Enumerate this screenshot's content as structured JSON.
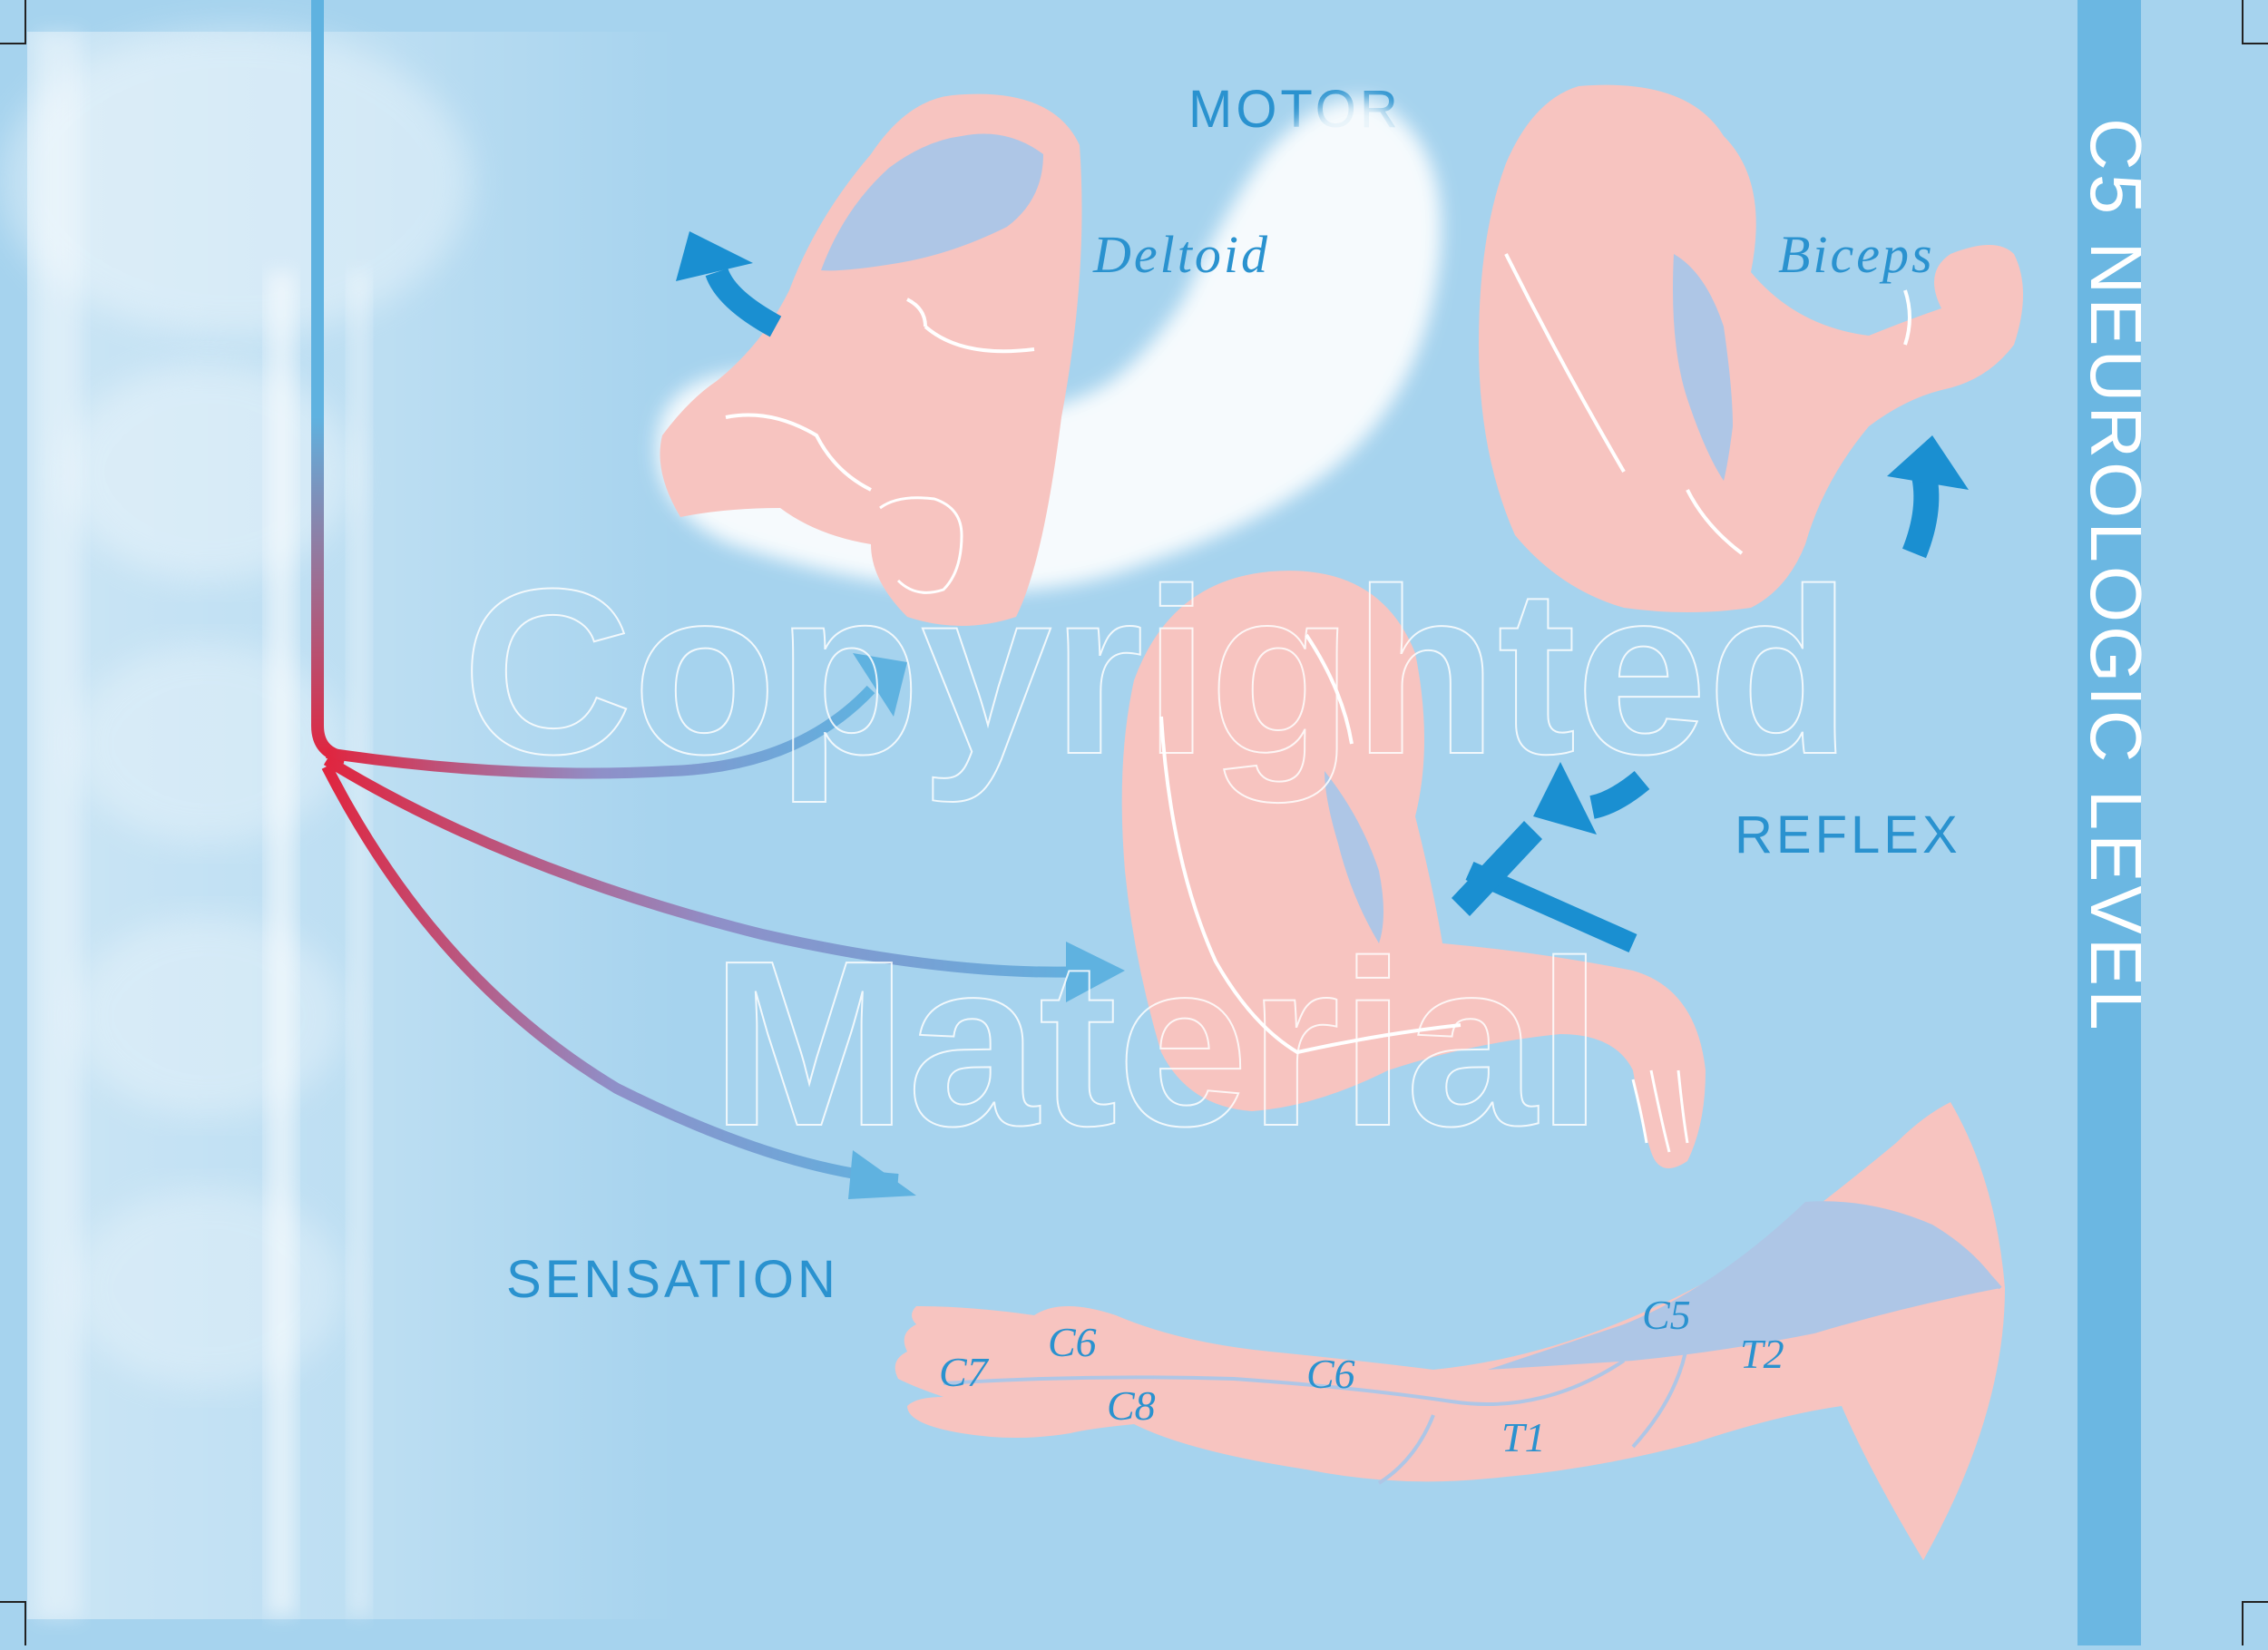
{
  "title": "C5 NEUROLOGIC LEVEL",
  "sections": {
    "motor": "MOTOR",
    "reflex": "REFLEX",
    "sensation": "SENSATION"
  },
  "muscles": {
    "deltoid": "Deltoid",
    "biceps": "Biceps"
  },
  "dermatomes": {
    "c5": "C5",
    "c6_hand": "C6",
    "c6_forearm": "C6",
    "c7": "C7",
    "c8": "C8",
    "t1": "T1",
    "t2": "T2"
  },
  "watermark": {
    "line1": "Copyrighted",
    "line2": "Material"
  },
  "colors": {
    "background": "#a6d3ee",
    "side_band": "#6bb7e2",
    "accent_blue": "#2a92cf",
    "skin": "#f7c4c0",
    "muscle_highlight": "#aec6e6",
    "nerve_red": "#e0253f"
  }
}
